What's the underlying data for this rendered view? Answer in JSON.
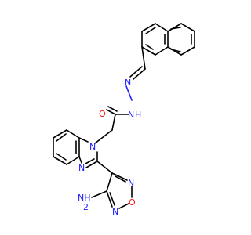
{
  "molecule": {
    "atom_labels": {
      "amide_oxygen": "O",
      "amide_nh": "N",
      "amide_nh_h": "H",
      "imine_n": "N",
      "benzimidazole_n1": "N",
      "benzimidazole_n3": "N",
      "oxadiazole_n_left": "N",
      "oxadiazole_n_right": "N",
      "oxadiazole_o": "O",
      "amino_group": "NH",
      "amino_subscript": "2"
    },
    "colors": {
      "carbon_bond": "#000000",
      "nitrogen": "#1b1bff",
      "oxygen": "#ff0d0d",
      "background": "#ffffff"
    }
  }
}
